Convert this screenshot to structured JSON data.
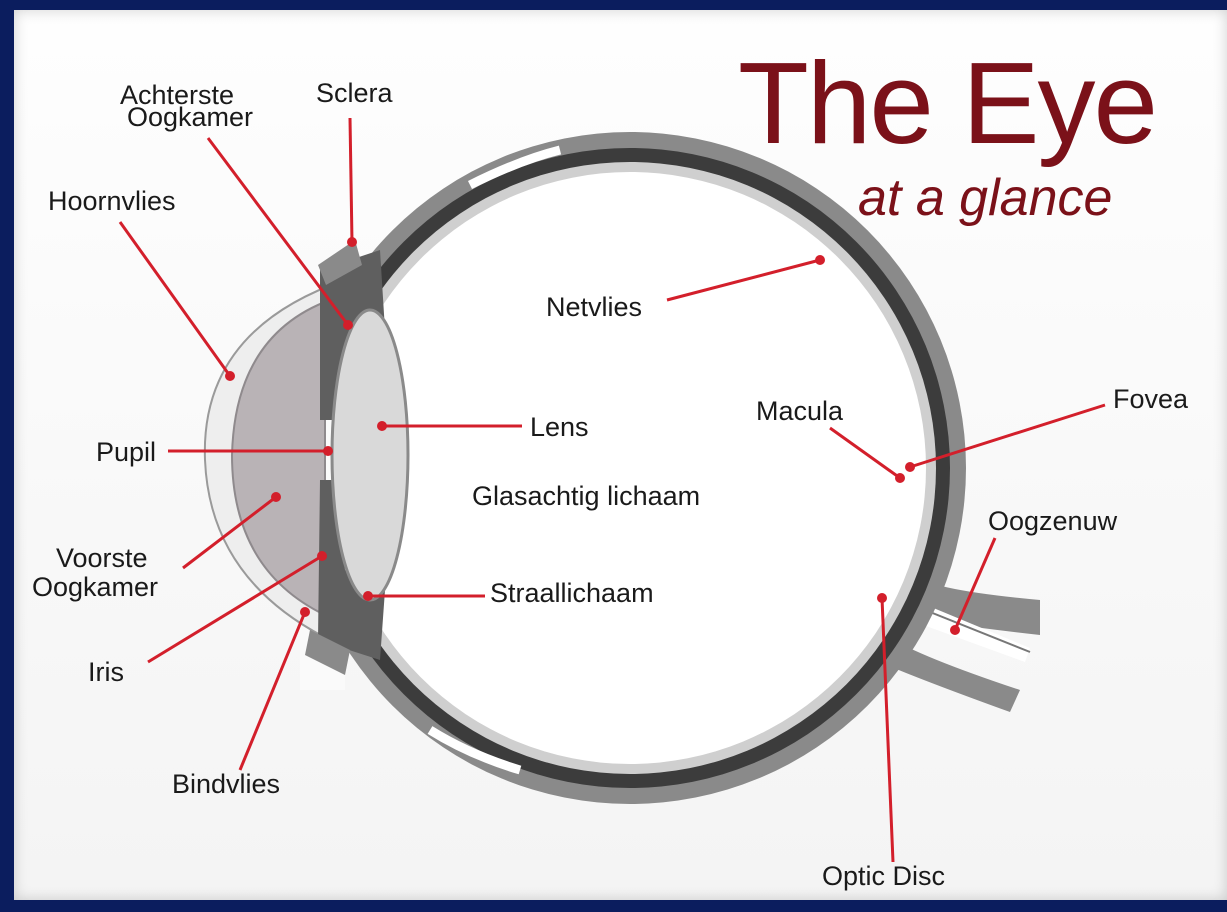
{
  "title": {
    "main": "The Eye",
    "sub": "at a glance"
  },
  "labels": {
    "achterste_line1": "Achterste",
    "achterste_line2": "Oogkamer",
    "sclera": "Sclera",
    "hoornvlies": "Hoornvlies",
    "netvlies": "Netvlies",
    "lens": "Lens",
    "pupil": "Pupil",
    "glasachtig": "Glasachtig lichaam",
    "macula": "Macula",
    "fovea": "Fovea",
    "oogzenuw": "Oogzenuw",
    "voorste_line1": "Voorste",
    "voorste_line2": "Oogkamer",
    "straallichaam": "Straallichaam",
    "iris": "Iris",
    "bindvlies": "Bindvlies",
    "optic_disc": "Optic Disc"
  },
  "colors": {
    "background": "#0b1d5e",
    "title": "#7b1119",
    "leader": "#d31f2b",
    "sclera": "#808080",
    "choroid": "#3a3a3a"
  }
}
